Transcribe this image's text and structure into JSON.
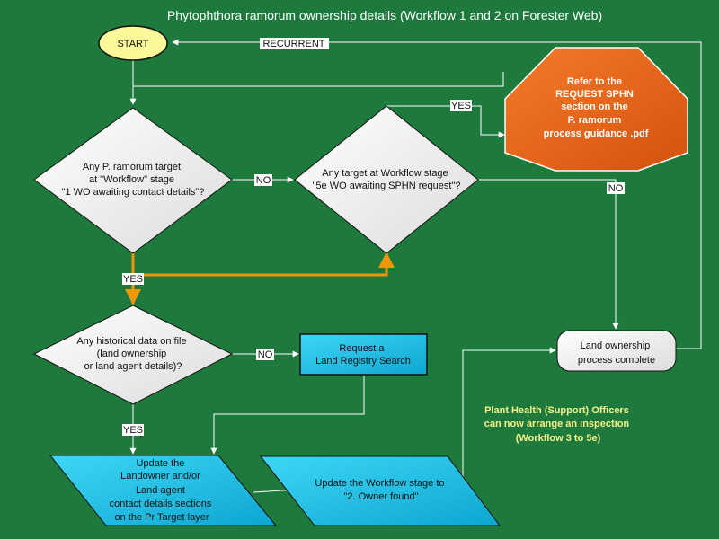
{
  "title": "Phytophthora ramorum  ownership details (Workflow 1 and 2 on Forester Web)",
  "nodes": {
    "start": "START",
    "decision1": [
      "Any P. ramorum target",
      "at \"Workflow\" stage",
      "\"1 WO awaiting contact details\"?"
    ],
    "decision2": [
      "Any target at Workflow stage",
      "\"5e WO awaiting SPHN request\"?"
    ],
    "refer": [
      "Refer to the",
      "REQUEST SPHN",
      "section on the",
      "P. ramorum",
      "process guidance .pdf"
    ],
    "decision3": [
      "Any historical data on file",
      "(land ownership",
      "or land agent details)?"
    ],
    "request": [
      "Request a",
      "Land Registry Search"
    ],
    "complete": [
      "Land ownership",
      "process  complete"
    ],
    "update_landowner": [
      "Update the",
      "Landowner and/or",
      "Land agent",
      "contact details sections",
      "on the Pr Target layer"
    ],
    "update_workflow": [
      "Update the Workflow stage to",
      "\"2. Owner found\""
    ],
    "note": [
      "Plant Health (Support) Officers",
      "can now arrange an inspection",
      "(Workflow 3 to 5e)"
    ]
  },
  "labels": {
    "recurrent": "RECURRENT",
    "yes": "YES",
    "no": "NO"
  },
  "colors": {
    "background": "#1e7a3c",
    "start_fill": "#fbf89a",
    "octagon_fill": "#e8621c",
    "cyan": "#17c0ea",
    "orange_line": "#f0960a",
    "note_text": "#f7f08a"
  }
}
